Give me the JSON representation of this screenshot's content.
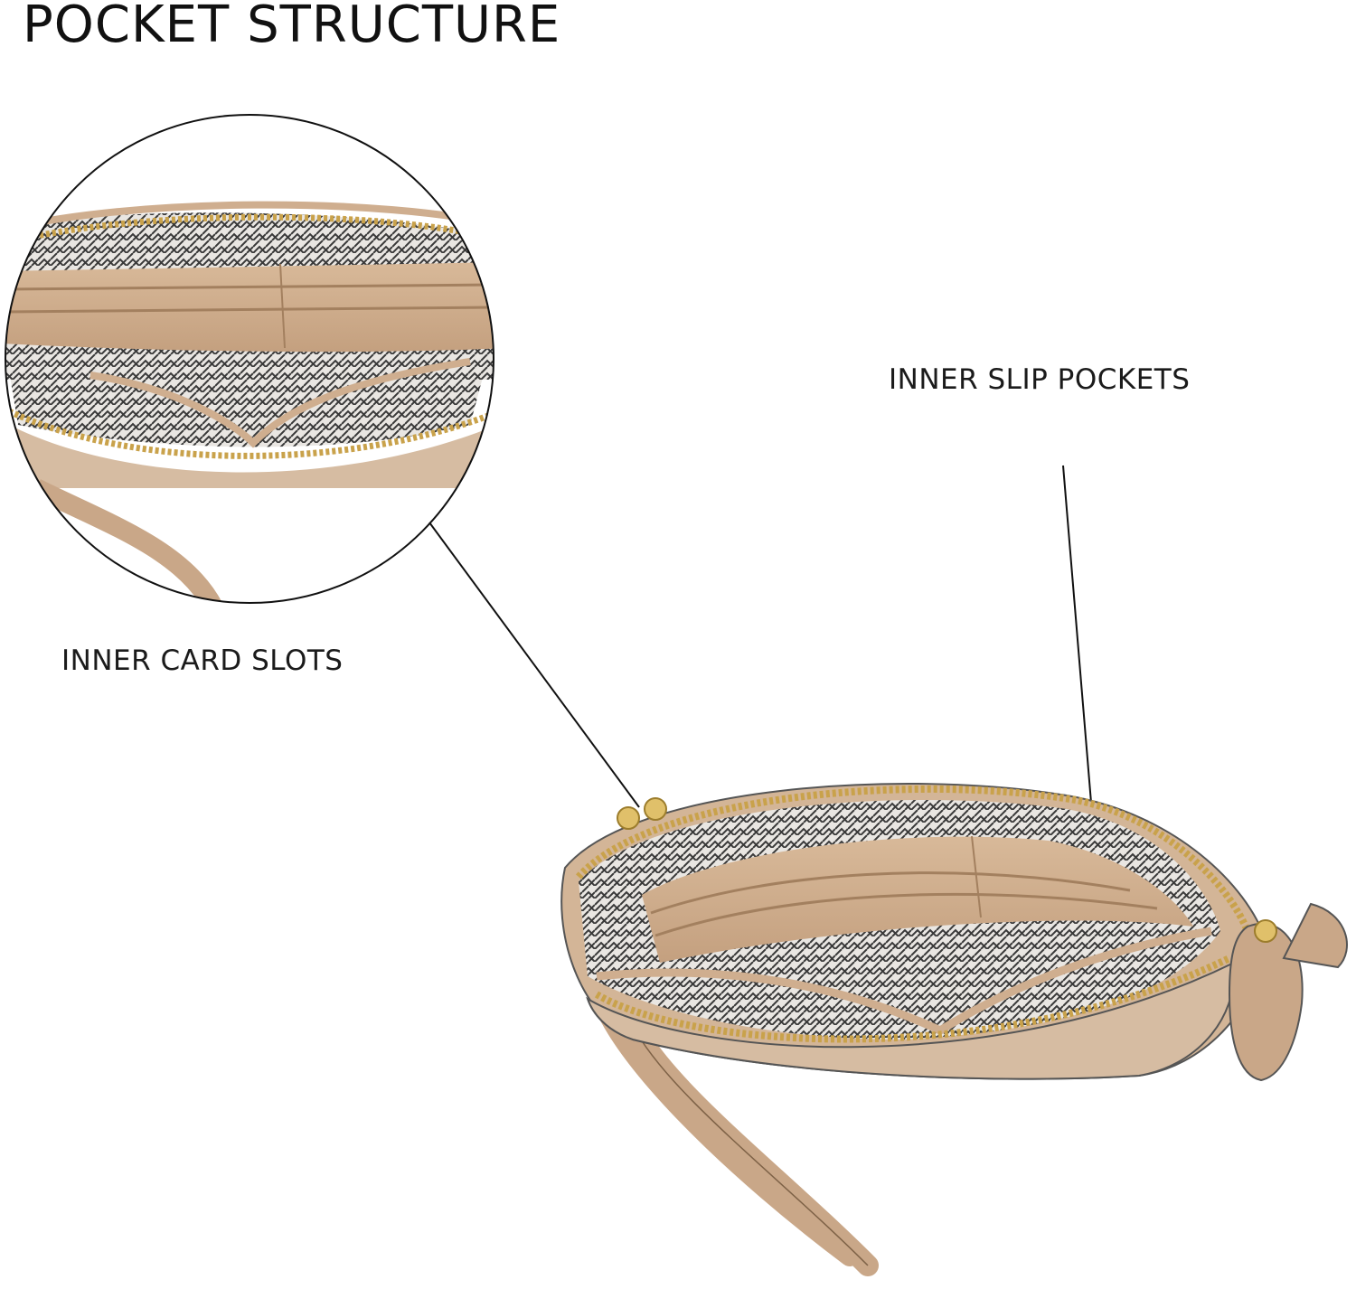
{
  "title": "POCKET STRUCTURE",
  "callouts": {
    "card_slots": "INNER CARD SLOTS",
    "slip_pockets": "INNER SLIP POCKETS"
  },
  "colors": {
    "leather": "#cfae8f",
    "leather_dark": "#b48e6c",
    "zipper_gold": "#c9a24b",
    "lining_pattern": "#2b2b2b",
    "line": "#111111"
  }
}
